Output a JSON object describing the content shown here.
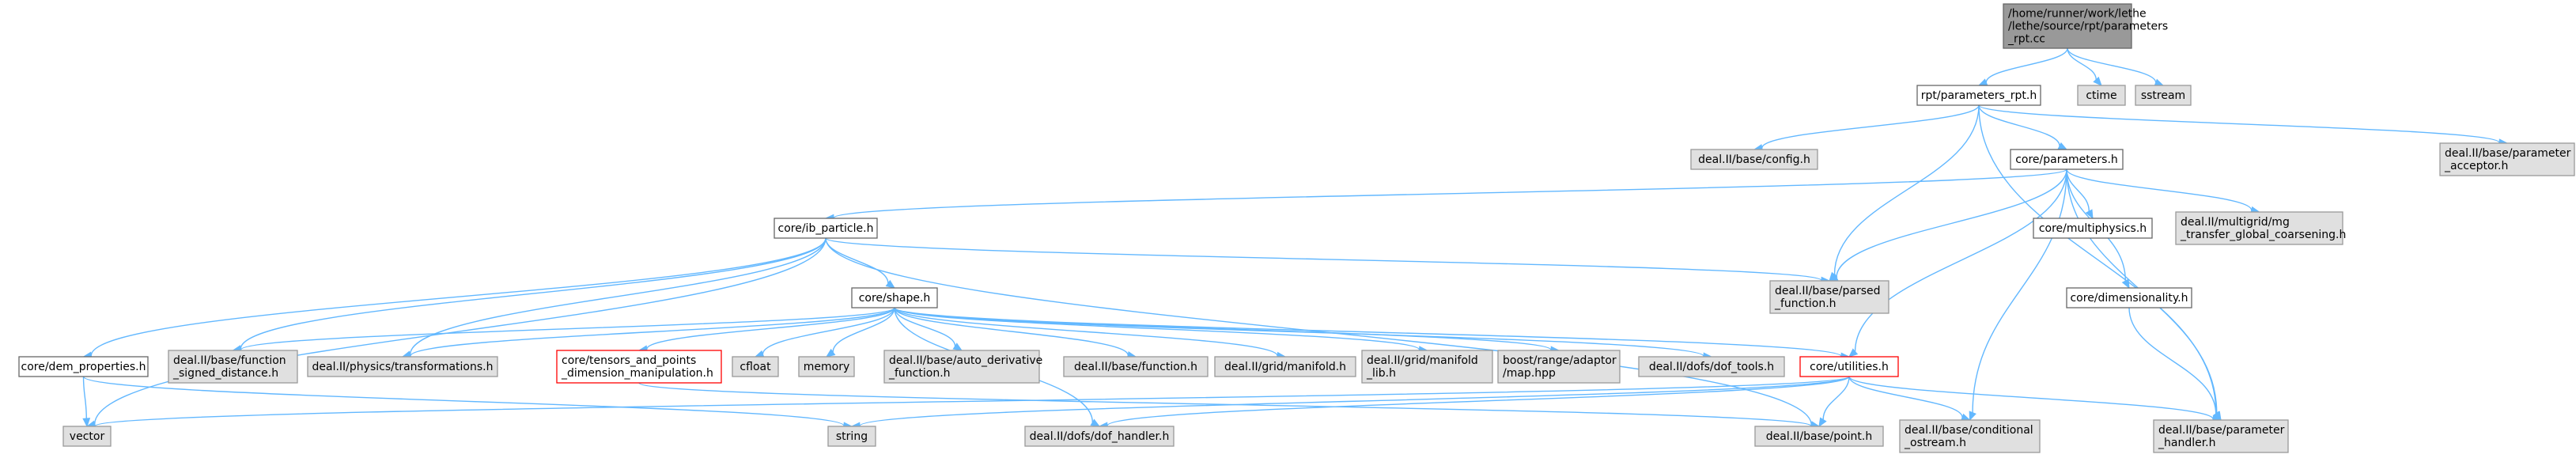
{
  "diagram": {
    "colors": {
      "root_fill": "#999999",
      "root_border": "#666666",
      "local_fill": "#ffffff",
      "local_border": "#666666",
      "external_fill": "#e0e0e0",
      "external_border": "#999999",
      "incomplete_border": "#ff0000",
      "edge": "#63b8ff"
    },
    "nodes": [
      {
        "id": "root",
        "style": "root",
        "lines": [
          "/home/runner/work/lethe",
          "/lethe/source/rpt/parameters",
          "_rpt.cc"
        ]
      },
      {
        "id": "prpt",
        "style": "local",
        "lines": [
          "rpt/parameters_rpt.h"
        ]
      },
      {
        "id": "ctime",
        "style": "external",
        "lines": [
          "ctime"
        ]
      },
      {
        "id": "sstream",
        "style": "external",
        "lines": [
          "sstream"
        ]
      },
      {
        "id": "config",
        "style": "external",
        "lines": [
          "deal.II/base/config.h"
        ]
      },
      {
        "id": "coreparams",
        "style": "local",
        "lines": [
          "core/parameters.h"
        ]
      },
      {
        "id": "acceptor",
        "style": "external",
        "lines": [
          "deal.II/base/parameter",
          "_acceptor.h"
        ]
      },
      {
        "id": "ibparticle",
        "style": "local",
        "lines": [
          "core/ib_particle.h"
        ]
      },
      {
        "id": "multiphysics",
        "style": "local",
        "lines": [
          "core/multiphysics.h"
        ]
      },
      {
        "id": "mgtransfer",
        "style": "external",
        "lines": [
          "deal.II/multigrid/mg",
          "_transfer_global_coarsening.h"
        ]
      },
      {
        "id": "parsedfn",
        "style": "external",
        "lines": [
          "deal.II/base/parsed",
          "_function.h"
        ]
      },
      {
        "id": "shape",
        "style": "local",
        "lines": [
          "core/shape.h"
        ]
      },
      {
        "id": "dimensionality",
        "style": "local",
        "lines": [
          "core/dimensionality.h"
        ]
      },
      {
        "id": "demprops",
        "style": "local",
        "lines": [
          "core/dem_properties.h"
        ]
      },
      {
        "id": "signeddist",
        "style": "external",
        "lines": [
          "deal.II/base/function",
          "_signed_distance.h"
        ]
      },
      {
        "id": "transformations",
        "style": "external",
        "lines": [
          "deal.II/physics/transformations.h"
        ]
      },
      {
        "id": "tensors",
        "style": "incomplete",
        "lines": [
          "core/tensors_and_points",
          "_dimension_manipulation.h"
        ]
      },
      {
        "id": "cfloat",
        "style": "external",
        "lines": [
          "cfloat"
        ]
      },
      {
        "id": "memory",
        "style": "external",
        "lines": [
          "memory"
        ]
      },
      {
        "id": "autoderiv",
        "style": "external",
        "lines": [
          "deal.II/base/auto_derivative",
          "_function.h"
        ]
      },
      {
        "id": "function",
        "style": "external",
        "lines": [
          "deal.II/base/function.h"
        ]
      },
      {
        "id": "manifold",
        "style": "external",
        "lines": [
          "deal.II/grid/manifold.h"
        ]
      },
      {
        "id": "manifoldlib",
        "style": "external",
        "lines": [
          "deal.II/grid/manifold",
          "_lib.h"
        ]
      },
      {
        "id": "boostmap",
        "style": "external",
        "lines": [
          "boost/range/adaptor",
          "/map.hpp"
        ]
      },
      {
        "id": "doftools",
        "style": "external",
        "lines": [
          "deal.II/dofs/dof_tools.h"
        ]
      },
      {
        "id": "utilities",
        "style": "incomplete",
        "lines": [
          "core/utilities.h"
        ]
      },
      {
        "id": "vector",
        "style": "external",
        "lines": [
          "vector"
        ]
      },
      {
        "id": "string",
        "style": "external",
        "lines": [
          "string"
        ]
      },
      {
        "id": "dofhandler",
        "style": "external",
        "lines": [
          "deal.II/dofs/dof_handler.h"
        ]
      },
      {
        "id": "point",
        "style": "external",
        "lines": [
          "deal.II/base/point.h"
        ]
      },
      {
        "id": "condostream",
        "style": "external",
        "lines": [
          "deal.II/base/conditional",
          "_ostream.h"
        ]
      },
      {
        "id": "paramhandler",
        "style": "external",
        "lines": [
          "deal.II/base/parameter",
          "_handler.h"
        ]
      }
    ],
    "edges": [
      [
        "root",
        "prpt"
      ],
      [
        "root",
        "ctime"
      ],
      [
        "root",
        "sstream"
      ],
      [
        "prpt",
        "config"
      ],
      [
        "prpt",
        "coreparams"
      ],
      [
        "prpt",
        "acceptor"
      ],
      [
        "prpt",
        "parsedfn"
      ],
      [
        "prpt",
        "paramhandler"
      ],
      [
        "coreparams",
        "ibparticle"
      ],
      [
        "coreparams",
        "multiphysics"
      ],
      [
        "coreparams",
        "mgtransfer"
      ],
      [
        "coreparams",
        "parsedfn"
      ],
      [
        "coreparams",
        "dimensionality"
      ],
      [
        "coreparams",
        "utilities"
      ],
      [
        "coreparams",
        "condostream"
      ],
      [
        "coreparams",
        "paramhandler"
      ],
      [
        "ibparticle",
        "shape"
      ],
      [
        "ibparticle",
        "parsedfn"
      ],
      [
        "ibparticle",
        "demprops"
      ],
      [
        "ibparticle",
        "signeddist"
      ],
      [
        "ibparticle",
        "transformations"
      ],
      [
        "ibparticle",
        "vector"
      ],
      [
        "ibparticle",
        "point"
      ],
      [
        "shape",
        "signeddist"
      ],
      [
        "shape",
        "transformations"
      ],
      [
        "shape",
        "tensors"
      ],
      [
        "shape",
        "cfloat"
      ],
      [
        "shape",
        "memory"
      ],
      [
        "shape",
        "autoderiv"
      ],
      [
        "shape",
        "function"
      ],
      [
        "shape",
        "manifold"
      ],
      [
        "shape",
        "manifoldlib"
      ],
      [
        "shape",
        "boostmap"
      ],
      [
        "shape",
        "doftools"
      ],
      [
        "shape",
        "utilities"
      ],
      [
        "shape",
        "dofhandler"
      ],
      [
        "dimensionality",
        "paramhandler"
      ],
      [
        "demprops",
        "vector"
      ],
      [
        "demprops",
        "string"
      ],
      [
        "tensors",
        "point"
      ],
      [
        "utilities",
        "vector"
      ],
      [
        "utilities",
        "string"
      ],
      [
        "utilities",
        "dofhandler"
      ],
      [
        "utilities",
        "point"
      ],
      [
        "utilities",
        "condostream"
      ],
      [
        "utilities",
        "paramhandler"
      ]
    ]
  }
}
